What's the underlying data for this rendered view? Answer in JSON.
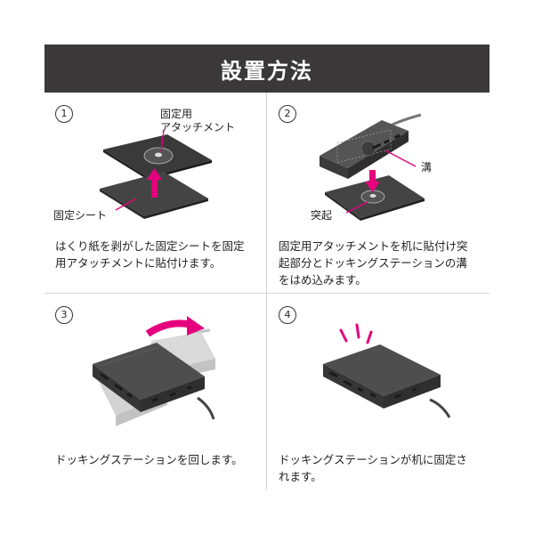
{
  "header": {
    "title": "設置方法"
  },
  "steps": [
    {
      "number": "1",
      "labels": {
        "attachment": "固定用\nアタッチメント",
        "sheet": "固定シート"
      },
      "description": "はくり紙を剥がした固定シートを固定\n用アタッチメントに貼付けます。"
    },
    {
      "number": "2",
      "labels": {
        "groove": "溝",
        "protrusion": "突起"
      },
      "description": "固定用アタッチメントを机に貼付け突\n起部分とドッキングステーションの溝\nをはめ込みます。"
    },
    {
      "number": "3",
      "description": "ドッキングステーションを回します。"
    },
    {
      "number": "4",
      "description": "ドッキングステーションが机に固定さ\nれます。"
    }
  ],
  "colors": {
    "header_bg": "#3a3838",
    "accent": "#e6007e",
    "device": "#4a4a4a"
  }
}
